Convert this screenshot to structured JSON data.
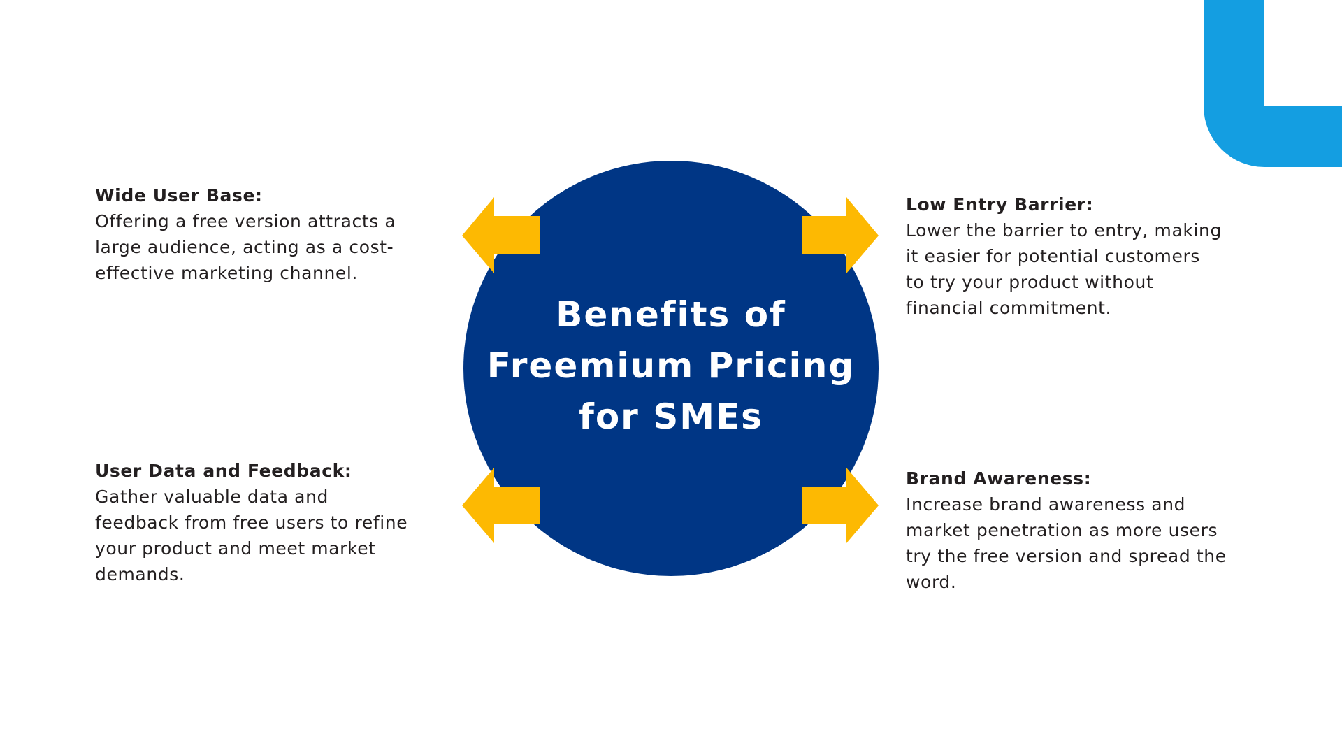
{
  "slide": {
    "title_lines": [
      "Benefits of",
      "Freemium Pricing",
      "for SMEs"
    ],
    "colors": {
      "circle": "#003685",
      "arrows": "#fdb902",
      "corner_accent": "#149ee1",
      "text": "#231f20",
      "title_text": "#ffffff",
      "background": "#ffffff"
    },
    "benefits": [
      {
        "position": "top-left",
        "heading": "Wide User Base:",
        "body_lines": [
          "Offering a free version attracts a",
          "large audience, acting as a cost-",
          "effective marketing channel."
        ]
      },
      {
        "position": "top-right",
        "heading": "Low Entry Barrier:",
        "body_lines": [
          "Lower the barrier to entry, making",
          "it easier for potential customers",
          "to try your product without",
          "financial commitment."
        ]
      },
      {
        "position": "bottom-left",
        "heading": "User Data and Feedback:",
        "body_lines": [
          "Gather valuable data and",
          "feedback from free users to refine",
          "your product and meet market",
          "demands."
        ]
      },
      {
        "position": "bottom-right",
        "heading": "Brand Awareness:",
        "body_lines": [
          "Increase brand awareness and",
          "market penetration as more users",
          "try the free version and spread the",
          "word."
        ]
      }
    ],
    "arrows": [
      {
        "name": "arrow-top-left",
        "direction": "left"
      },
      {
        "name": "arrow-top-right",
        "direction": "right"
      },
      {
        "name": "arrow-bottom-left",
        "direction": "left"
      },
      {
        "name": "arrow-bottom-right",
        "direction": "right"
      }
    ]
  }
}
